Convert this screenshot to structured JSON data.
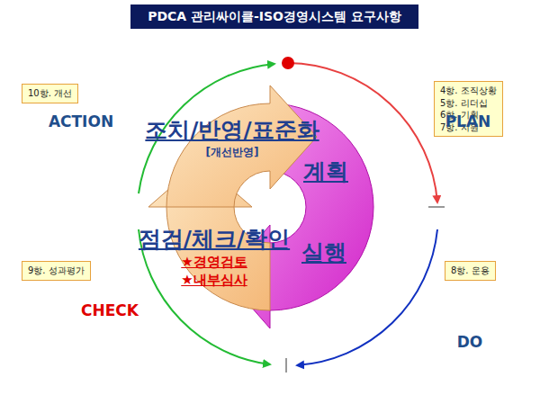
{
  "diagram": {
    "title": "PDCA 관리싸이클-ISO경영시스템 요구사항",
    "nodes": [
      {
        "text": [
          "10항. 개선"
        ]
      },
      {
        "text": [
          "4항. 조직상황",
          "5항. 리더십",
          "6항. 기획",
          "7항. 지원"
        ]
      },
      {
        "text": [
          "9항. 성과평가"
        ]
      },
      {
        "text": [
          "8항. 운용"
        ]
      },
      {
        "text": [
          "조치/반영/표준화",
          "[개선반영]"
        ]
      },
      {
        "text": [
          "계획"
        ]
      },
      {
        "text": [
          "실행"
        ]
      },
      {
        "text": [
          "점검/체크/확인",
          "★경영검토",
          "★내부심사"
        ]
      }
    ],
    "labels": [
      "ACTION",
      "PLAN",
      "CHECK",
      "DO"
    ]
  }
}
